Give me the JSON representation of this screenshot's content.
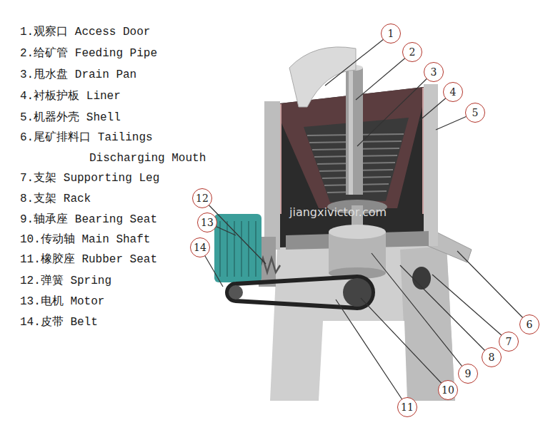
{
  "diagram": {
    "nodes": [
      {
        "text": [
          "1"
        ]
      },
      {
        "text": [
          "2"
        ]
      },
      {
        "text": [
          "3"
        ]
      },
      {
        "text": [
          "4"
        ]
      },
      {
        "text": [
          "5"
        ]
      },
      {
        "text": [
          "6"
        ]
      },
      {
        "text": [
          "7"
        ]
      },
      {
        "text": [
          "8"
        ]
      },
      {
        "text": [
          "9"
        ]
      },
      {
        "text": [
          "10"
        ]
      },
      {
        "text": [
          "11"
        ]
      },
      {
        "text": [
          "12"
        ]
      },
      {
        "text": [
          "13"
        ]
      },
      {
        "text": [
          "14"
        ]
      }
    ],
    "labels": [
      "1.观察口 Access Door",
      "2.给矿管 Feeding Pipe",
      "3.甩水盘 Drain Pan",
      "4.衬板护板 Liner",
      "5.机器外壳 Shell",
      "6.尾矿排料口 Tailings Discharging Mouth",
      "7.支架 Supporting Leg",
      "8.支架 Rack",
      "9.轴承座 Bearing Seat",
      "10.传动轴 Main Shaft",
      "11.橡胶座 Rubber Seat",
      "12.弹簧 Spring",
      "13.电机 Motor",
      "14.皮带 Belt",
      "jiangxivictor.com"
    ]
  }
}
